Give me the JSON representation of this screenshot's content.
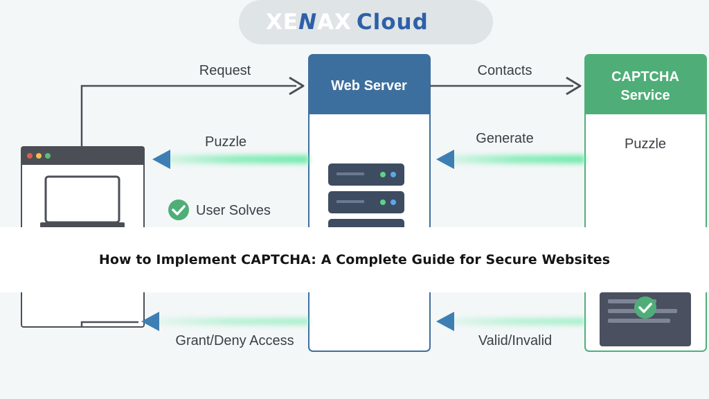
{
  "logo": {
    "part1": "XE",
    "part2": "N",
    "part3": "AX",
    "part4": "Cloud"
  },
  "nodes": {
    "web_server": "Web Server",
    "captcha_line1": "CAPTCHA",
    "captcha_line2": "Service",
    "captcha_puzzle": "Puzzle"
  },
  "flows": {
    "request": "Request",
    "contacts": "Contacts",
    "puzzle": "Puzzle",
    "generate": "Generate",
    "user_solves": "User Solves",
    "grant_deny": "Grant/Deny Access",
    "valid_invalid": "Valid/Invalid"
  },
  "banner": {
    "title": "How to Implement CAPTCHA: A Complete Guide for Secure Websites"
  },
  "colors": {
    "web_server": "#3d6f9e",
    "captcha": "#4fae78",
    "arrow_blue": "#3d7fb3",
    "glow": "#5ee8a0",
    "logo_pill": "#dfe4e6"
  }
}
